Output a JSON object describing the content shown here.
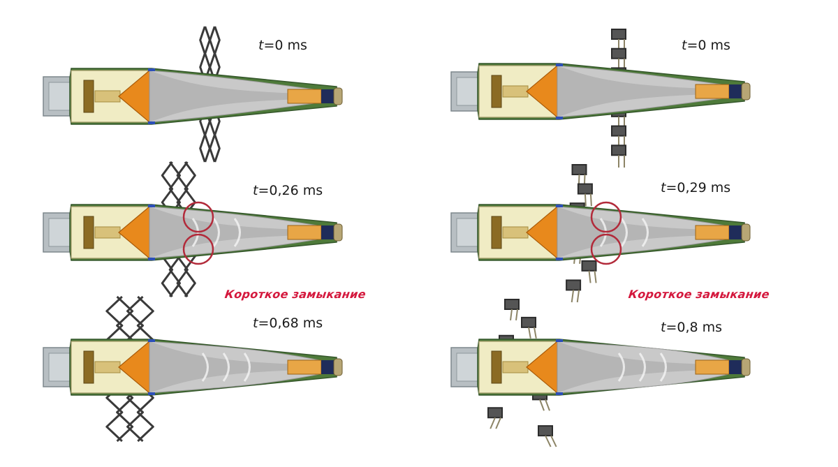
{
  "panels": [
    {
      "id": "left-0",
      "column": "left",
      "time_var": "t",
      "time_value": "=0 ms",
      "screen": "mesh",
      "deformation": 0,
      "short_circuit": false
    },
    {
      "id": "right-0",
      "column": "right",
      "time_var": "t",
      "time_value": "=0 ms",
      "screen": "slats",
      "deformation": 0,
      "short_circuit": false
    },
    {
      "id": "left-1",
      "column": "left",
      "time_var": "t",
      "time_value": "=0,26 ms",
      "screen": "mesh",
      "deformation": 0.35,
      "short_circuit": true
    },
    {
      "id": "right-1",
      "column": "right",
      "time_var": "t",
      "time_value": "=0,29 ms",
      "screen": "slats",
      "deformation": 0.35,
      "short_circuit": true
    },
    {
      "id": "left-2",
      "column": "left",
      "time_var": "t",
      "time_value": "=0,68 ms",
      "screen": "mesh",
      "deformation": 0.7,
      "short_circuit": false
    },
    {
      "id": "right-2",
      "column": "right",
      "time_var": "t",
      "time_value": "=0,8 ms",
      "screen": "slats",
      "deformation": 1.0,
      "short_circuit": false
    }
  ],
  "annotations": {
    "short_circuit_label": "Короткое замыкание",
    "short_circuit_color": "#d4183d"
  },
  "colors": {
    "green_shell": "#4e7a3a",
    "cone_grey": "#c9c9c9",
    "cone_dark": "#8e8e8e",
    "charge_orange": "#e8891c",
    "body_cream": "#f0ecc4",
    "body_outline": "#a49b6a",
    "fuze_grey": "#b8bfc3",
    "screen_dark": "#3a3a3a",
    "circle_red": "#b22a3a",
    "blue_ring": "#2c4fb8"
  }
}
